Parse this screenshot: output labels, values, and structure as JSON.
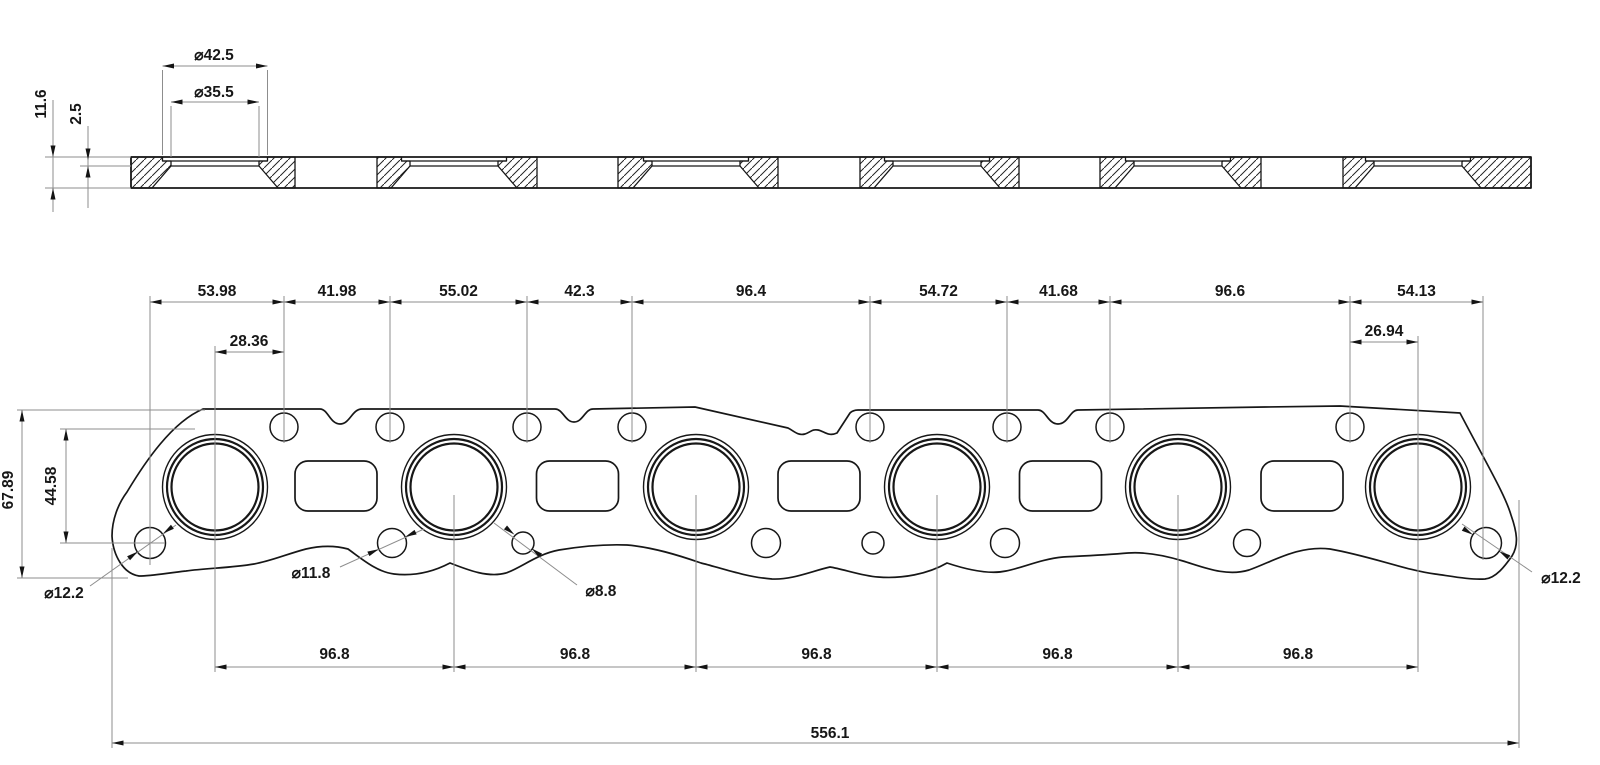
{
  "section_view": {
    "dims": {
      "overall_thickness": "11.6",
      "lip_thickness": "2.5",
      "recess_diameter": "⌀42.5",
      "bore_diameter": "⌀35.5"
    }
  },
  "plan_view": {
    "top_dims": [
      "53.98",
      "41.98",
      "55.02",
      "42.3",
      "96.4",
      "54.72",
      "41.68",
      "96.6",
      "54.13"
    ],
    "offset_left": "28.36",
    "offset_right": "26.94",
    "overall_height": "67.89",
    "hole_row_offset": "44.58",
    "callout_left_end": "⌀12.2",
    "callout_lower_large": "⌀11.8",
    "callout_lower_small": "⌀8.8",
    "callout_right_end": "⌀12.2",
    "port_spacing": [
      "96.8",
      "96.8",
      "96.8",
      "96.8",
      "96.8"
    ],
    "overall_length": "556.1"
  }
}
